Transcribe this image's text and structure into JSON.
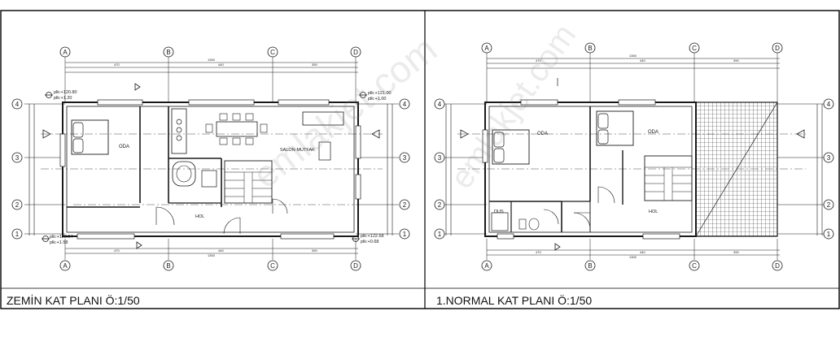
{
  "titles": {
    "left": "ZEMİN KAT PLANI Ö:1/50",
    "right": "1.NORMAL KAT PLANI Ö:1/50"
  },
  "watermark": "emlakjet.com",
  "grid_letters": [
    "A",
    "B",
    "C",
    "D"
  ],
  "grid_numbers": [
    "1",
    "2",
    "3",
    "4"
  ],
  "ground_floor": {
    "room_oda": "ODA",
    "room_salon": "SALON-MUTFAK",
    "room_hol": "HOL",
    "elev_tl": "plk:+120.80",
    "elev_tl2": "plk:+1.20",
    "elev_tr": "plk:+121.00",
    "elev_tr2": "plk:+1.00",
    "elev_bl": "plk:+123.54",
    "elev_bl2": "plk:+1.58",
    "elev_br": "plk:+122.68",
    "elev_br2": "plk:+0.68",
    "dim_total": "1300",
    "dim_a": "470",
    "dim_b": "440",
    "dim_c": "390"
  },
  "normal_floor": {
    "room_oda1": "ODA",
    "room_oda2": "ODA",
    "room_dus": "DUS",
    "room_hol": "HOL",
    "dim_total": "1300",
    "dim_a": "470",
    "dim_b": "440",
    "dim_c": "390"
  },
  "colors": {
    "line": "#1a1a1a",
    "frame": "#000000",
    "hatch": "#555555"
  }
}
